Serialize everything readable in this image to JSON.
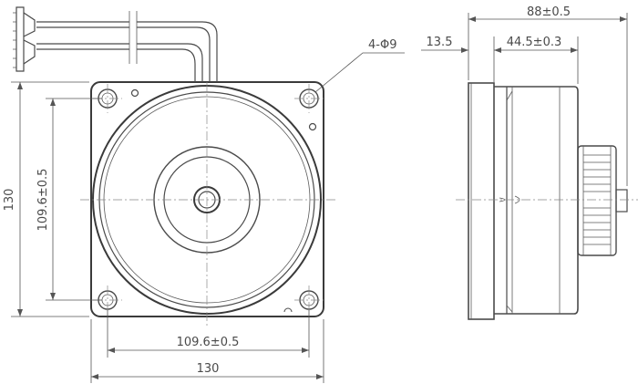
{
  "drawing": {
    "holes_label": "4-Φ9",
    "top_overall_label": "88±0.5",
    "top_left_label": "13.5",
    "top_right_label": "44.5±0.3",
    "left_outer_label": "130",
    "left_inner_label": "109.6±0.5",
    "bottom_inner_label": "109.6±0.5",
    "bottom_outer_label": "130"
  },
  "colors": {
    "line": "#4a4a4a",
    "centerline": "#888888"
  }
}
